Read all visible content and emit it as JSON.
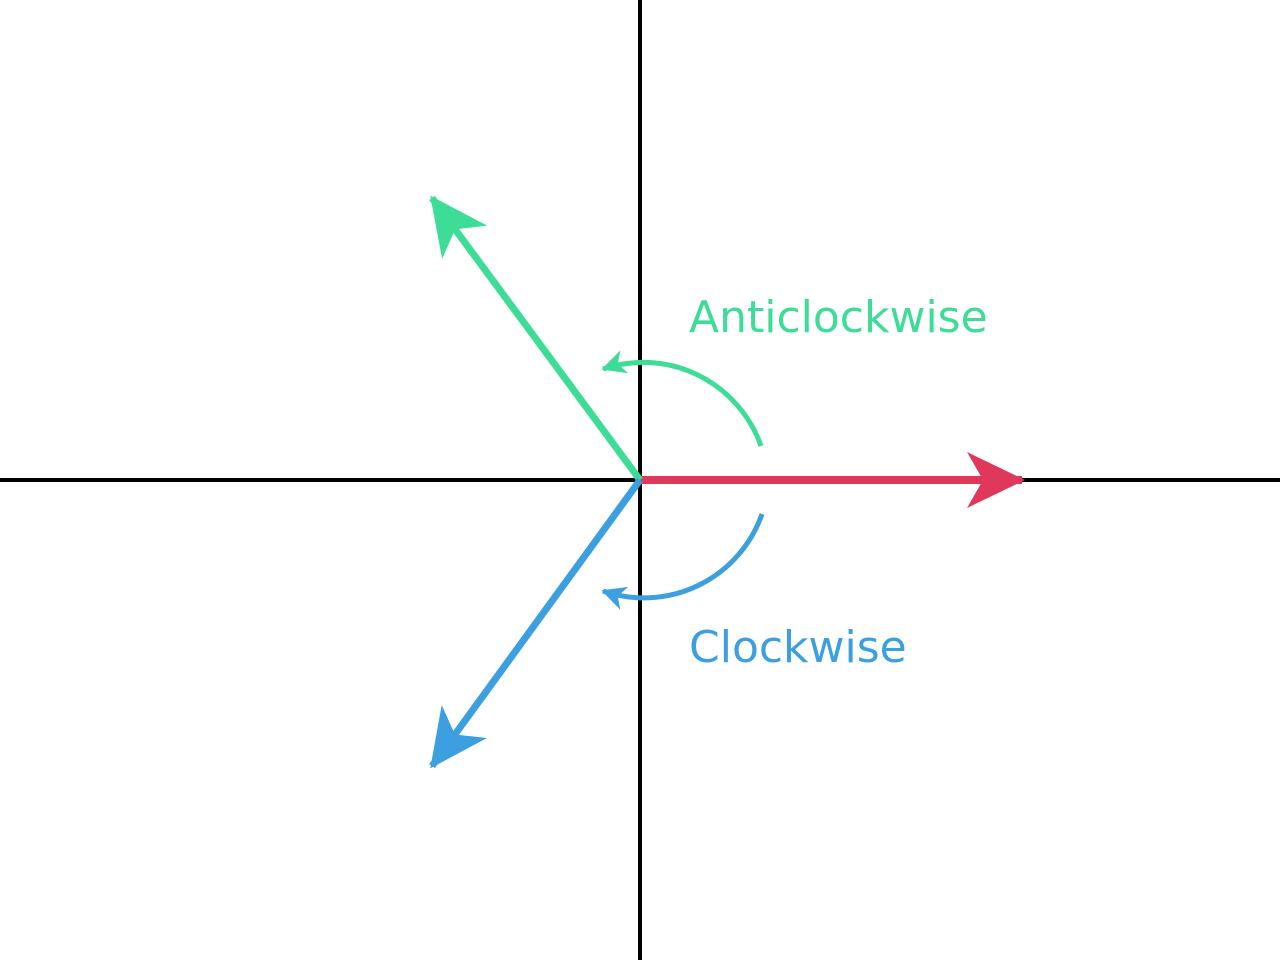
{
  "labels": {
    "anticlockwise": "Anticlockwise",
    "clockwise": "Clockwise"
  },
  "colors": {
    "axis": "#000000",
    "reference_vector": "#e0385a",
    "anticlockwise": "#3ddc97",
    "clockwise": "#3b9fe0",
    "background": "#ffffff"
  },
  "rotation_degrees": {
    "anticlockwise": 126,
    "clockwise": 126
  }
}
